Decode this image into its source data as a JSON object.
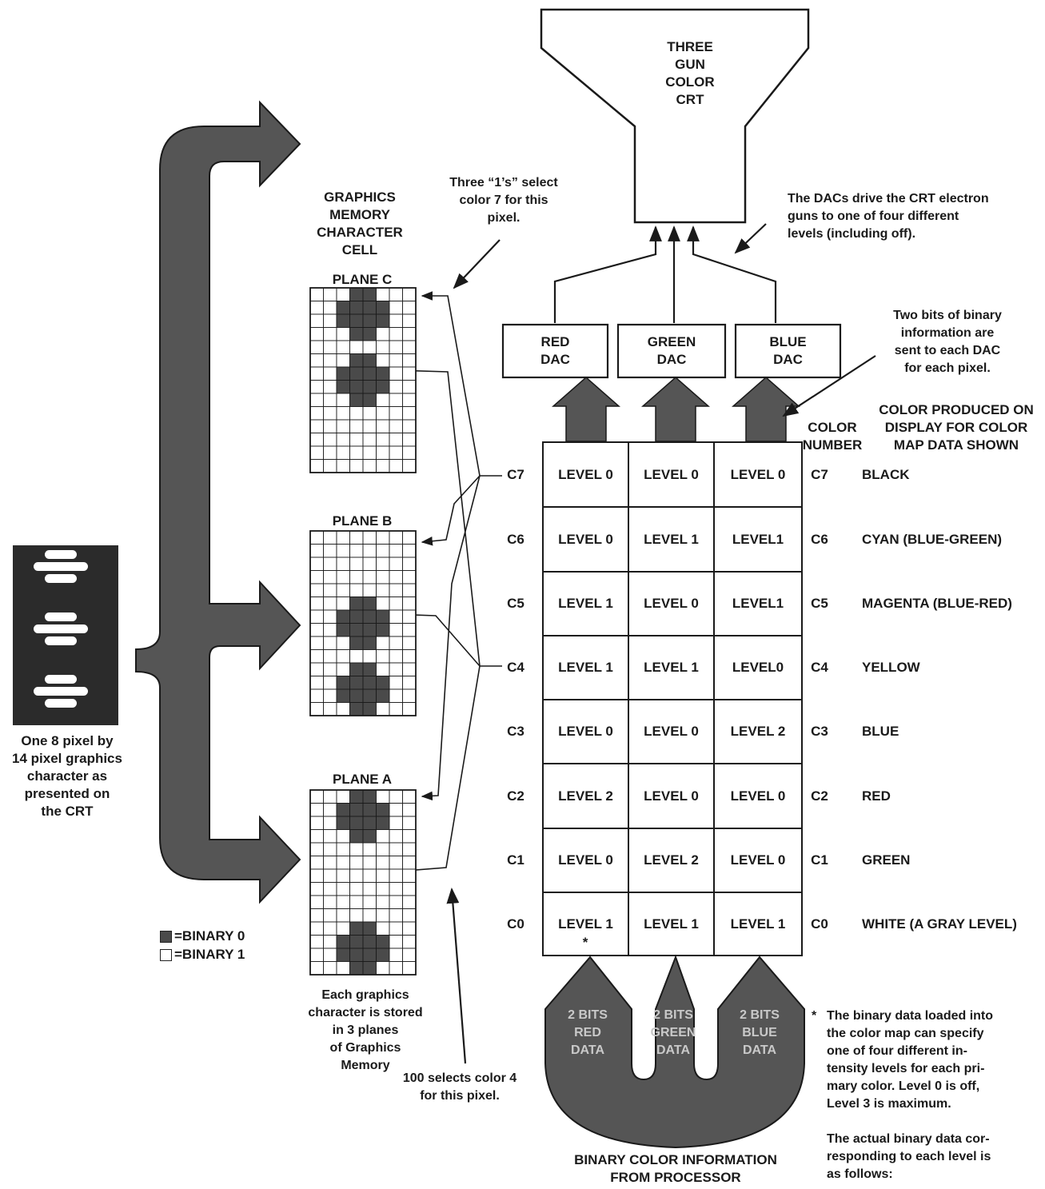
{
  "crt": {
    "label": [
      "THREE",
      "GUN",
      "COLOR",
      "CRT"
    ]
  },
  "dac_note": [
    "The DACs drive the CRT electron",
    "guns to one of four different",
    "levels (including off)."
  ],
  "dacs": [
    {
      "line1": "RED",
      "line2": "DAC"
    },
    {
      "line1": "GREEN",
      "line2": "DAC"
    },
    {
      "line1": "BLUE",
      "line2": "DAC"
    }
  ],
  "bits_note": [
    "Two bits of binary",
    "information are",
    "sent to each DAC",
    "for each pixel."
  ],
  "graphics_memory_title": [
    "GRAPHICS",
    "MEMORY",
    "CHARACTER",
    "CELL"
  ],
  "three_ones_note": [
    "Three “1’s” select",
    "color 7 for this",
    "pixel."
  ],
  "planes": [
    "PLANE C",
    "PLANE B",
    "PLANE A"
  ],
  "char_caption": [
    "One 8 pixel by",
    "14 pixel graphics",
    "character as",
    "presented on",
    "the CRT"
  ],
  "legend": {
    "binary0": "=BINARY 0",
    "binary1": "=BINARY 1"
  },
  "stored_note": [
    "Each graphics",
    "character is stored",
    "in 3 planes",
    "of Graphics",
    "Memory"
  ],
  "selects_note": [
    "100 selects color 4",
    "for this pixel."
  ],
  "header_color_number": [
    "COLOR",
    "NUMBER"
  ],
  "header_color_produced": [
    "COLOR PRODUCED ON",
    "DISPLAY FOR COLOR",
    "MAP DATA SHOWN"
  ],
  "color_map": [
    {
      "num": "C7",
      "red": "LEVEL 0",
      "green": "LEVEL 0",
      "blue": "LEVEL 0",
      "color": "BLACK"
    },
    {
      "num": "C6",
      "red": "LEVEL 0",
      "green": "LEVEL 1",
      "blue": "LEVEL1",
      "color": "CYAN (BLUE-GREEN)"
    },
    {
      "num": "C5",
      "red": "LEVEL 1",
      "green": "LEVEL 0",
      "blue": "LEVEL1",
      "color": "MAGENTA (BLUE-RED)"
    },
    {
      "num": "C4",
      "red": "LEVEL 1",
      "green": "LEVEL 1",
      "blue": "LEVEL0",
      "color": "YELLOW"
    },
    {
      "num": "C3",
      "red": "LEVEL 0",
      "green": "LEVEL 0",
      "blue": "LEVEL 2",
      "color": "BLUE"
    },
    {
      "num": "C2",
      "red": "LEVEL 2",
      "green": "LEVEL 0",
      "blue": "LEVEL 0",
      "color": "RED"
    },
    {
      "num": "C1",
      "red": "LEVEL 0",
      "green": "LEVEL 2",
      "blue": "LEVEL 0",
      "color": "GREEN"
    },
    {
      "num": "C0",
      "red": "LEVEL 1",
      "green": "LEVEL 1",
      "blue": "LEVEL 1",
      "color": "WHITE (A GRAY LEVEL)"
    }
  ],
  "asterisk": "*",
  "bits_arrows": [
    [
      "2 BITS",
      "RED",
      "DATA"
    ],
    [
      "2 BITS",
      "GREEN",
      "DATA"
    ],
    [
      "2 BITS",
      "BLUE",
      "DATA"
    ]
  ],
  "binary_info_label": [
    "BINARY COLOR INFORMATION",
    "FROM PROCESSOR"
  ],
  "footnote": {
    "star": "*",
    "para1": [
      "The binary data loaded into",
      "the color map can specify",
      "one of four different in-",
      "tensity levels for each pri-",
      "mary color. Level 0 is off,",
      "Level 3 is maximum."
    ],
    "para2": [
      "The actual binary data cor-",
      "responding to each level is",
      "as follows:"
    ]
  },
  "colors": {
    "ink": "#1a1a1a",
    "dark_fill": "#4a4a4a",
    "arrow_fill": "#555555"
  }
}
